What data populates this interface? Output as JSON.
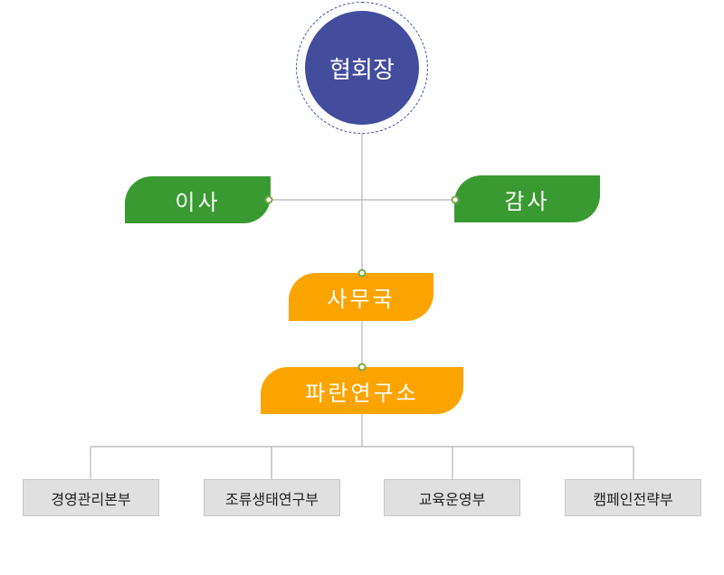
{
  "chart": {
    "root": "협회장",
    "director": "이사",
    "auditor": "감사",
    "secretariat": "사무국",
    "institute": "파란연구소",
    "departments": [
      "경영관리본부",
      "조류생태연구부",
      "교육운영부",
      "캠페인전략부"
    ]
  },
  "colors": {
    "root": "#434d9e",
    "green": "#3a9a32",
    "orange": "#fba400",
    "line": "#b5b5b5",
    "dept_bg": "#e0e0e0"
  }
}
